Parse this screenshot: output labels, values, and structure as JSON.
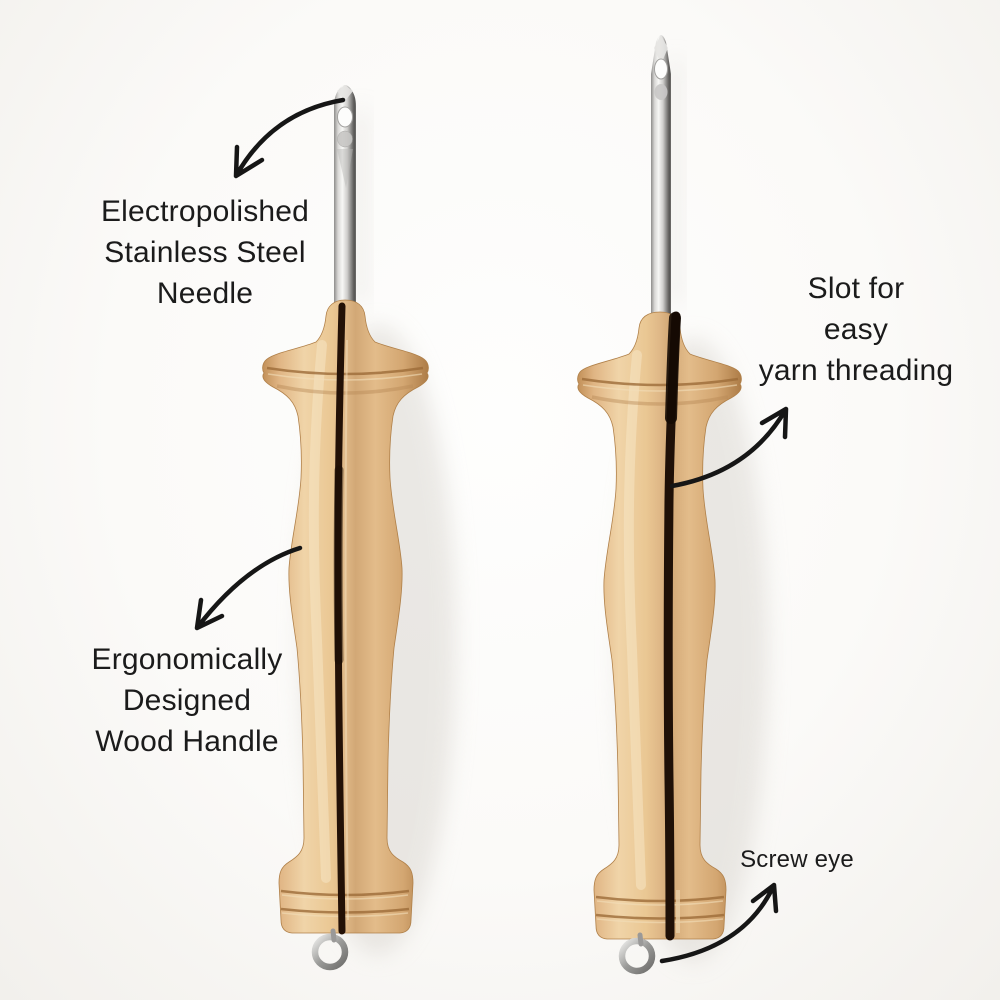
{
  "labels": {
    "needle": {
      "lines": [
        "Electropolished",
        "Stainless Steel",
        "Needle"
      ]
    },
    "handle": {
      "lines": [
        "Ergonomically",
        "Designed",
        "Wood Handle"
      ]
    },
    "slot": {
      "lines": [
        "Slot for",
        "easy",
        "yarn threading"
      ]
    },
    "screw_eye": {
      "lines": [
        "Screw eye"
      ]
    }
  },
  "colors": {
    "text": "#1b1b1b",
    "arrow": "#161616",
    "background": "#fbfaf8",
    "wood": "#e9c795",
    "wood_highlight": "#f0d4a8",
    "wood_shadow": "#ad7c47",
    "slot": "#231106",
    "steel": "#cfcecc",
    "steel_highlight": "#f7f7f5",
    "steel_shadow": "#575654"
  }
}
